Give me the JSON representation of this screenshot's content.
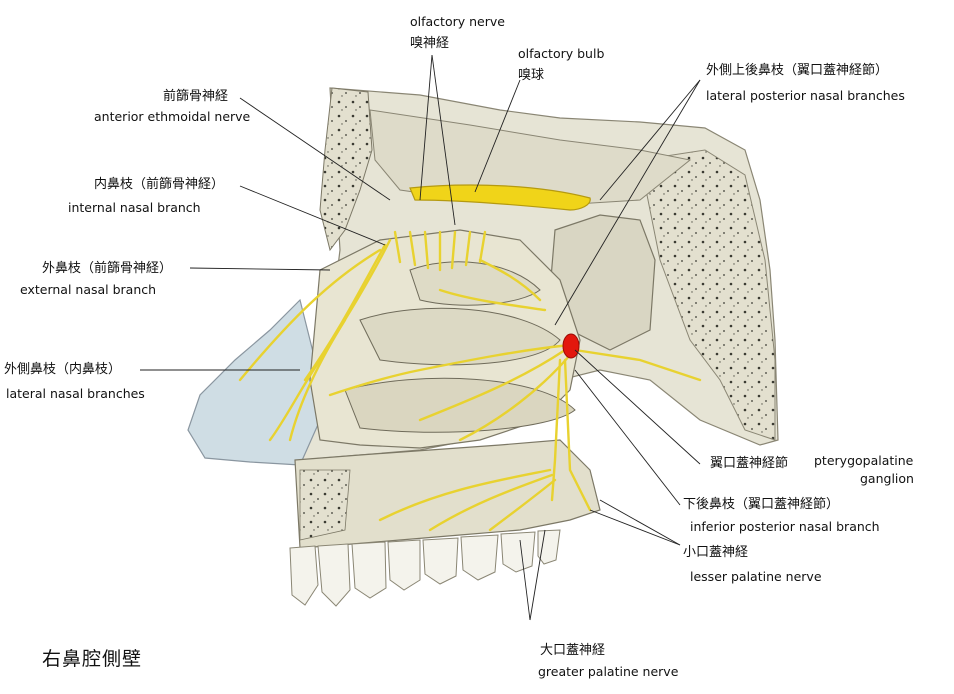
{
  "colors": {
    "nerve": "#e8d230",
    "nerve_stroke": "#b59a10",
    "bone": "#e9e6d6",
    "bone_dark": "#c7c3b0",
    "ganglion": "#e3170d",
    "cartilage": "#cfdde4",
    "leader": "#222222"
  },
  "labels": {
    "olfactory_nerve_en": "olfactory nerve",
    "olfactory_nerve_jp": "嗅神経",
    "olfactory_bulb_en": "olfactory bulb",
    "olfactory_bulb_jp": "嗅球",
    "lateral_posterior_jp": "外側上後鼻枝（翼口蓋神経節）",
    "lateral_posterior_en": "lateral posterior nasal branches",
    "anterior_ethmoidal_jp": "前篩骨神経",
    "anterior_ethmoidal_en": "anterior ethmoidal nerve",
    "internal_nasal_jp": "内鼻枝（前篩骨神経）",
    "internal_nasal_en": "internal nasal branch",
    "external_nasal_jp": "外鼻枝（前篩骨神経）",
    "external_nasal_en": "external nasal branch",
    "lateral_nasal_jp": "外側鼻枝（内鼻枝）",
    "lateral_nasal_en": "lateral nasal branches",
    "pterygopalatine_jp": "翼口蓋神経節",
    "pterygopalatine_en_1": "pterygopalatine",
    "pterygopalatine_en_2": "ganglion",
    "inferior_posterior_jp": "下後鼻枝（翼口蓋神経節）",
    "inferior_posterior_en": "inferior posterior nasal branch",
    "lesser_palatine_jp": "小口蓋神経",
    "lesser_palatine_en": "lesser palatine nerve",
    "greater_palatine_jp": "大口蓋神経",
    "greater_palatine_en": "greater palatine nerve"
  },
  "title": "右鼻腔側壁"
}
